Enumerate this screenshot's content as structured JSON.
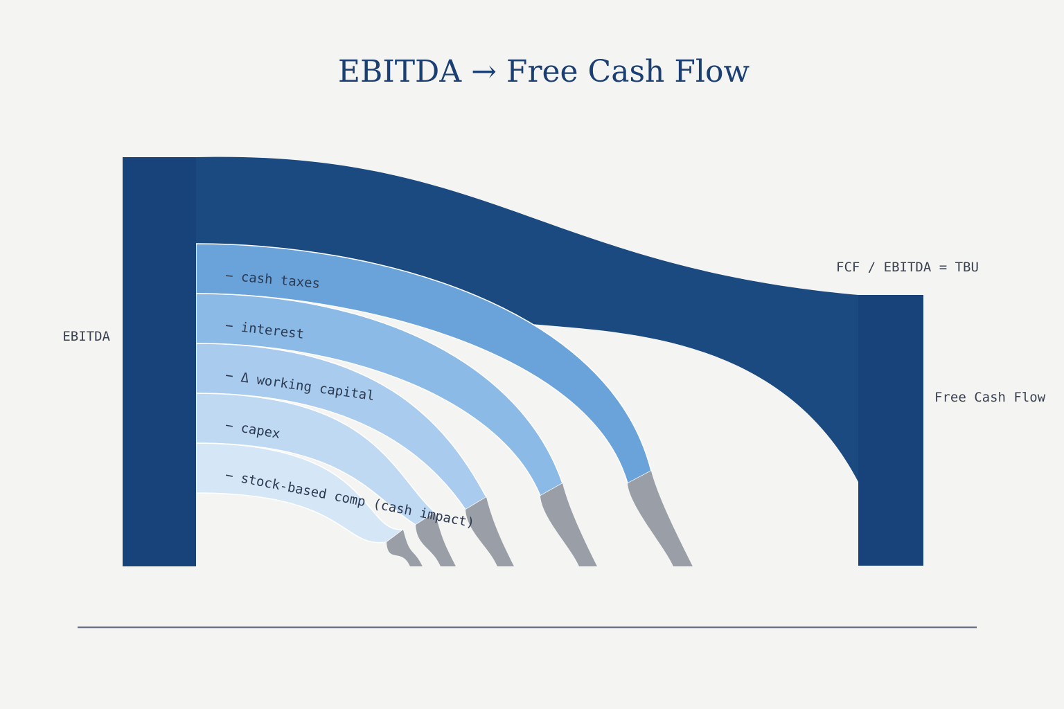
{
  "chart_data": {
    "type": "sankey",
    "title": "EBITDA → Free Cash Flow",
    "source_node": {
      "label": "EBITDA",
      "value": 100
    },
    "target_node": {
      "label": "Free Cash Flow",
      "value": 66
    },
    "ratio_label": "FCF / EBITDA = TBU",
    "deductions": [
      {
        "label": "− cash taxes",
        "value": 12,
        "color": "#6aa3da"
      },
      {
        "label": "− interest",
        "value": 12,
        "color": "#8bbae6"
      },
      {
        "label": "− Δ working capital",
        "value": 12,
        "color": "#a8cbee"
      },
      {
        "label": "− capex",
        "value": 12,
        "color": "#bfd9f2"
      },
      {
        "label": "− stock-based comp (cash impact)",
        "value": 11,
        "color": "#d5e6f6"
      }
    ],
    "colors": {
      "node": "#17437a",
      "main_flow": "#1a4a80",
      "sink_tail": "#9a9ea6",
      "baseline": "#6b7388"
    }
  }
}
